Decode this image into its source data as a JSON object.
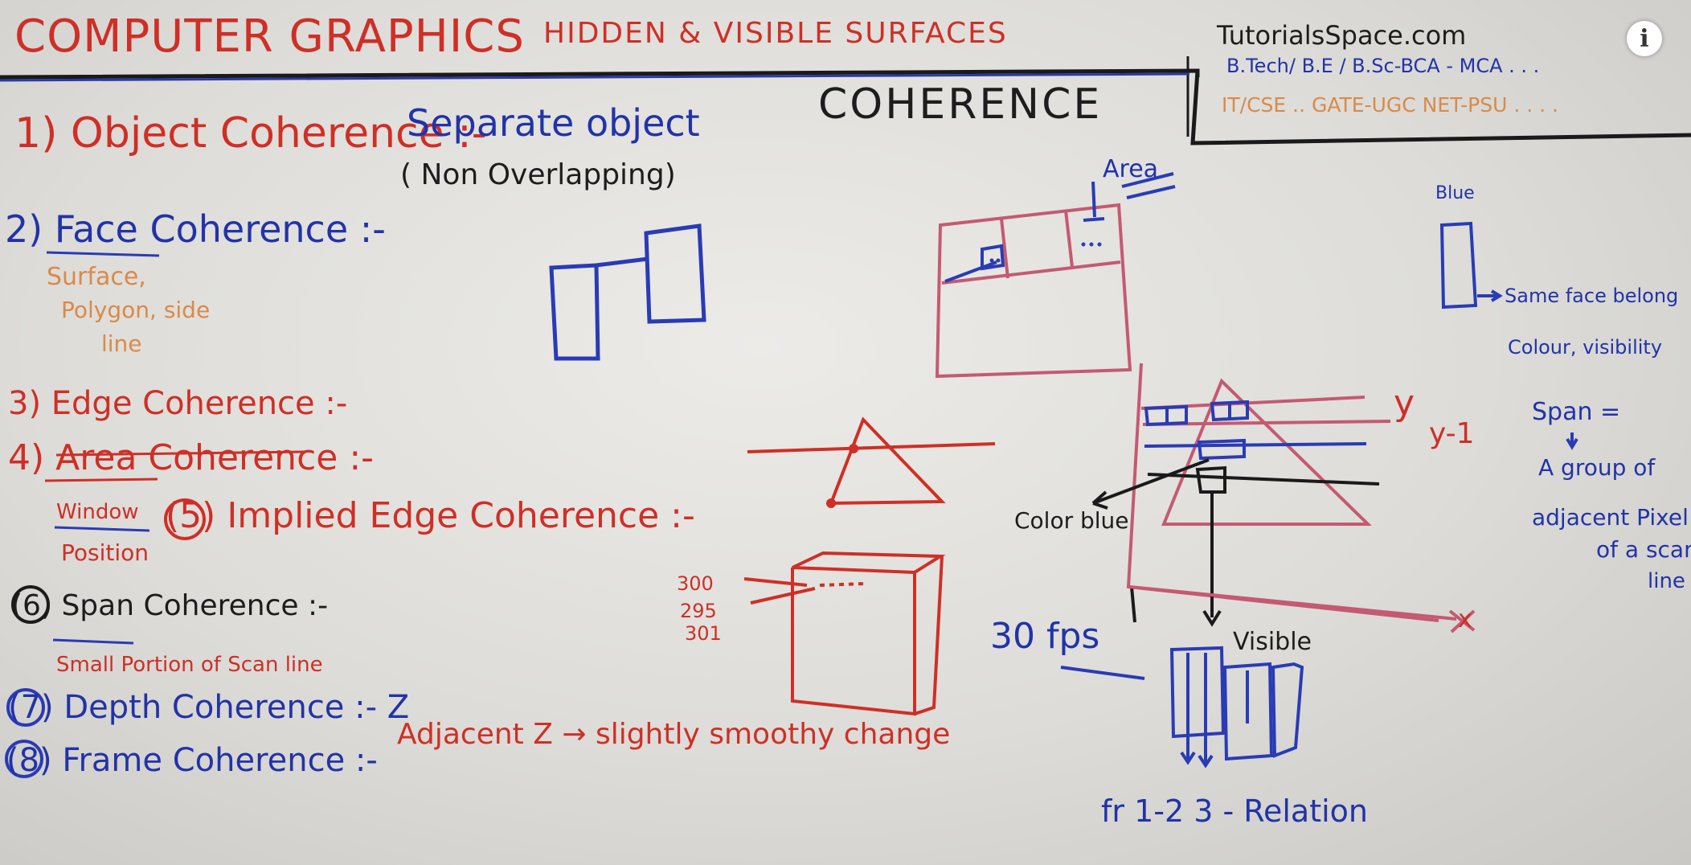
{
  "header": {
    "title_left": "COMPUTER GRAPHICS",
    "title_center": "HIDDEN & VISIBLE SURFACES",
    "site": "TutorialsSpace.com",
    "courses": "B.Tech/ B.E / B.Sc-BCA - MCA . . .",
    "exams": "IT/CSE .. GATE-UGC NET-PSU . . . .",
    "topic": "COHERENCE"
  },
  "list": {
    "item1_label": "1) Object Coherence :-",
    "item1_desc": "Separate object",
    "item1_note": "( Non Overlapping)",
    "item2_label": "2) Face Coherence :-",
    "item2_note1": "Surface,",
    "item2_note2": "Polygon, side",
    "item2_note3": "line",
    "item3_label": "3) Edge Coherence :-",
    "item4_label": "4) Area Coherence :-",
    "item4_note1": "Window",
    "item4_note2": "Position",
    "item5_label": "(5) Implied Edge Coherence :-",
    "item6_label": "(6) Span Coherence :-",
    "item6_note": "Small Portion of Scan line",
    "item7_label": "(7) Depth Coherence :- Z",
    "item7_desc": "Adjacent Z → slightly smoothy change",
    "item8_label": "(8) Frame Coherence :-"
  },
  "diagrams": {
    "area_label": "Area",
    "val_300": "300",
    "val_295": "295",
    "val_301": "301",
    "fps": "30 fps",
    "color_blue": "Color blue",
    "visible": "Visible",
    "y_label": "y",
    "y1_label": "y-1",
    "x_label": "x",
    "blue_label": "Blue",
    "same_face": "Same face belong",
    "color_visibility": "Colour, visibility",
    "span_label": "Span =",
    "span_def1": "A group of",
    "span_def2": "adjacent Pixel",
    "span_def3": "of a scan",
    "span_def4": "line",
    "frames": "fr 1-2 3 - Relation"
  },
  "overlay": {
    "info_icon": "i",
    "info_icon_name": "info-icon"
  }
}
